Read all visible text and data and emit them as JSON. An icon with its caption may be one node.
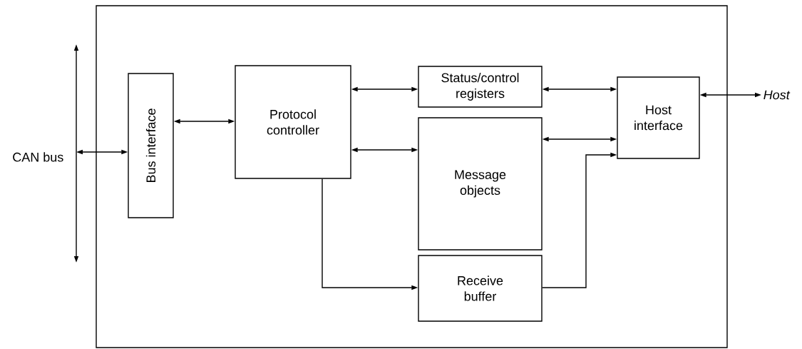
{
  "diagram": {
    "nodes": [
      {
        "text": [],
        "shape": "box"
      },
      {
        "text": [
          "CAN bus"
        ]
      },
      {
        "text": [
          "Bus interface"
        ],
        "in": 0
      },
      {
        "text": [
          "Protocol controller"
        ],
        "in": 0
      },
      {
        "text": [
          "Status/control registers"
        ],
        "in": 0
      },
      {
        "text": [
          "Message objects"
        ],
        "in": 0
      },
      {
        "text": [
          "Receive buffer"
        ],
        "in": 0
      },
      {
        "text": [
          "Host interface"
        ],
        "in": 0
      },
      {
        "text": [
          "Host"
        ]
      }
    ],
    "edges": [
      {
        "from": 1,
        "to": 2,
        "arrow": "both"
      },
      {
        "from": 2,
        "to": 3,
        "arrow": "both"
      },
      {
        "from": 3,
        "to": 4,
        "arrow": "both"
      },
      {
        "from": 3,
        "to": 5,
        "arrow": "both"
      },
      {
        "from": 4,
        "to": 7,
        "arrow": "both"
      },
      {
        "from": 5,
        "to": 7,
        "arrow": "both"
      },
      {
        "from": 3,
        "to": 6,
        "arrow": "to"
      },
      {
        "from": 6,
        "to": 7,
        "arrow": "to"
      },
      {
        "from": 7,
        "to": 8,
        "arrow": "both"
      }
    ]
  }
}
